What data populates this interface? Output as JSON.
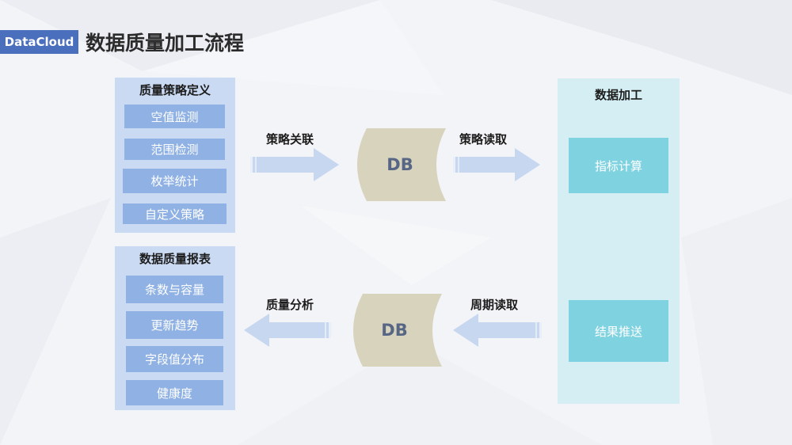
{
  "brand": "DataCloud",
  "title": "数据质量加工流程",
  "strategy": {
    "title": "质量策略定义",
    "items": [
      "空值监测",
      "范围检测",
      "枚举统计",
      "自定义策略"
    ]
  },
  "report": {
    "title": "数据质量报表",
    "items": [
      "条数与容量",
      "更新趋势",
      "字段值分布",
      "健康度"
    ]
  },
  "processing": {
    "title": "数据加工",
    "boxes": [
      "指标计算",
      "结果推送"
    ]
  },
  "arrows": {
    "strategy_link": "策略关联",
    "strategy_read": "策略读取",
    "quality_analysis": "质量分析",
    "periodic_read": "周期读取"
  },
  "db": {
    "top": "DB",
    "bottom": "DB"
  },
  "colors": {
    "brand": "#4a6fbd",
    "panel": "#c9daf2",
    "item": "#8fb1e3",
    "processing_panel": "#d4eef4",
    "processing_box": "#7fd2df",
    "arrow": "#c6d7ef",
    "db": "#d8d3bd"
  }
}
